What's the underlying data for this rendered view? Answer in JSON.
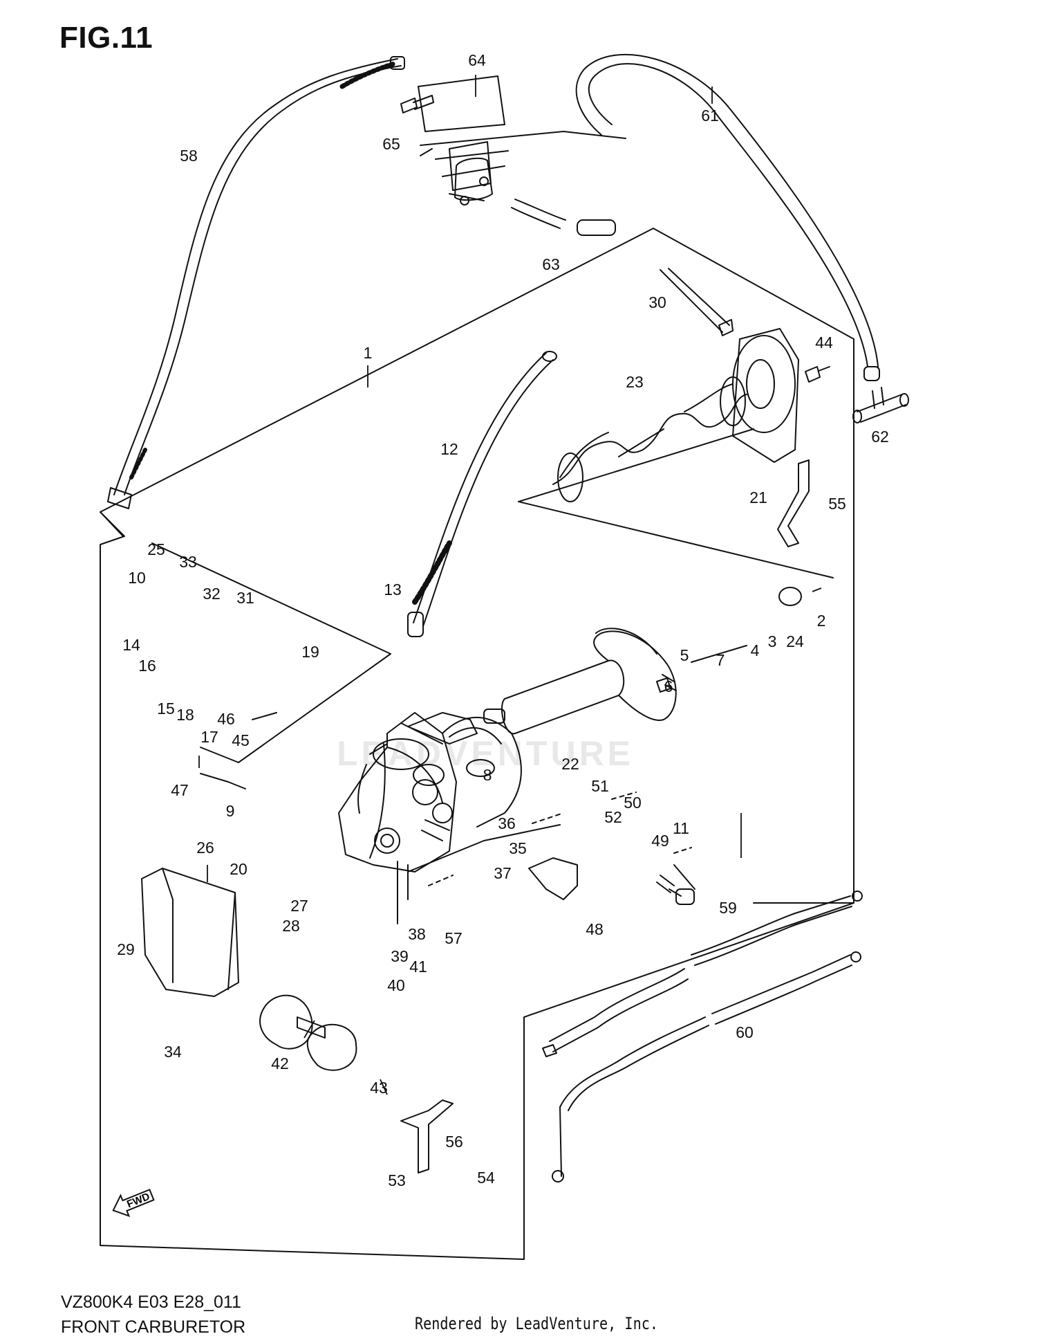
{
  "figure": {
    "title": "FIG.11",
    "footer_code": "VZ800K4 E03 E28_011",
    "footer_name": "FRONT CARBURETOR",
    "rendered_by": "Rendered by LeadVenture, Inc.",
    "watermark": "LEADVENTURE",
    "fwd_badge": "FWD"
  },
  "callouts": [
    {
      "n": "1"
    },
    {
      "n": "2"
    },
    {
      "n": "3"
    },
    {
      "n": "4"
    },
    {
      "n": "5"
    },
    {
      "n": "6"
    },
    {
      "n": "7"
    },
    {
      "n": "8"
    },
    {
      "n": "9"
    },
    {
      "n": "10"
    },
    {
      "n": "11"
    },
    {
      "n": "12"
    },
    {
      "n": "13"
    },
    {
      "n": "14"
    },
    {
      "n": "15"
    },
    {
      "n": "16"
    },
    {
      "n": "17"
    },
    {
      "n": "18"
    },
    {
      "n": "19"
    },
    {
      "n": "20"
    },
    {
      "n": "21"
    },
    {
      "n": "22"
    },
    {
      "n": "23"
    },
    {
      "n": "24"
    },
    {
      "n": "25"
    },
    {
      "n": "26"
    },
    {
      "n": "27"
    },
    {
      "n": "28"
    },
    {
      "n": "29"
    },
    {
      "n": "30"
    },
    {
      "n": "31"
    },
    {
      "n": "32"
    },
    {
      "n": "33"
    },
    {
      "n": "34"
    },
    {
      "n": "35"
    },
    {
      "n": "36"
    },
    {
      "n": "37"
    },
    {
      "n": "38"
    },
    {
      "n": "39"
    },
    {
      "n": "40"
    },
    {
      "n": "41"
    },
    {
      "n": "42"
    },
    {
      "n": "43"
    },
    {
      "n": "44"
    },
    {
      "n": "45"
    },
    {
      "n": "46"
    },
    {
      "n": "47"
    },
    {
      "n": "48"
    },
    {
      "n": "49"
    },
    {
      "n": "50"
    },
    {
      "n": "51"
    },
    {
      "n": "52"
    },
    {
      "n": "53"
    },
    {
      "n": "54"
    },
    {
      "n": "55"
    },
    {
      "n": "56"
    },
    {
      "n": "57"
    },
    {
      "n": "58"
    },
    {
      "n": "59"
    },
    {
      "n": "60"
    },
    {
      "n": "61"
    },
    {
      "n": "62"
    },
    {
      "n": "63"
    },
    {
      "n": "64"
    },
    {
      "n": "65"
    }
  ]
}
